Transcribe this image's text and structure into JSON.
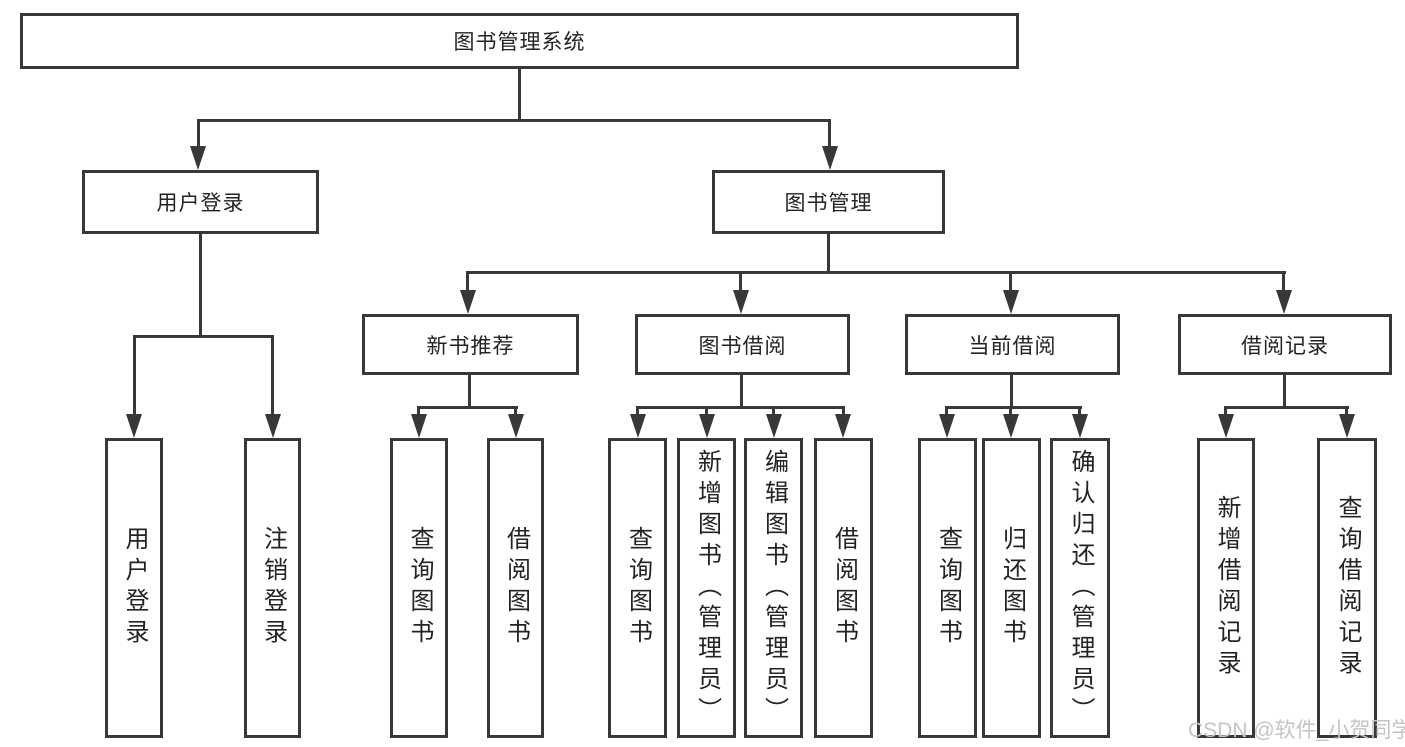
{
  "watermark": "CSDN @软件_小贺同学",
  "colors": {
    "line": "#383838",
    "text": "#232323",
    "watermark": "#c2c4c8",
    "background": "#ffffff"
  },
  "root": {
    "label": "图书管理系统"
  },
  "level2": [
    {
      "label": "用户登录",
      "children": [
        {
          "label": "用户登录"
        },
        {
          "label": "注销登录"
        }
      ]
    },
    {
      "label": "图书管理",
      "children": [
        {
          "label": "新书推荐",
          "children": [
            {
              "label": "查询图书"
            },
            {
              "label": "借阅图书"
            }
          ]
        },
        {
          "label": "图书借阅",
          "children": [
            {
              "label": "查询图书"
            },
            {
              "label": "新增图书（管理员）"
            },
            {
              "label": "编辑图书（管理员）"
            },
            {
              "label": "借阅图书"
            }
          ]
        },
        {
          "label": "当前借阅",
          "children": [
            {
              "label": "查询图书"
            },
            {
              "label": "归还图书"
            },
            {
              "label": "确认归还（管理员）"
            }
          ]
        },
        {
          "label": "借阅记录",
          "children": [
            {
              "label": "新增借阅记录"
            },
            {
              "label": "查询借阅记录"
            }
          ]
        }
      ]
    }
  ]
}
